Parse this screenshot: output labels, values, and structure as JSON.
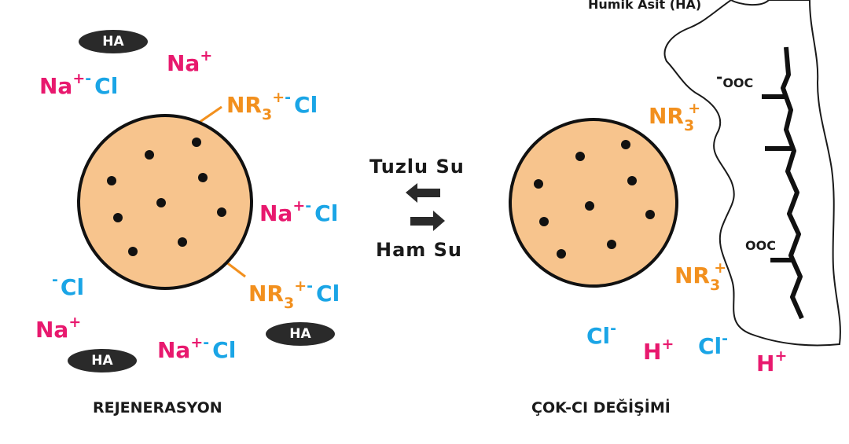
{
  "left_panel": {
    "caption": "REJENERASYON",
    "ha_badges": [
      "HA",
      "HA",
      "HA"
    ],
    "ions": {
      "na_cl_1": {
        "cation": "Na",
        "cation_charge": "+",
        "anion_charge": "-",
        "anion": "Cl"
      },
      "na_top": {
        "text": "Na",
        "charge": "+"
      },
      "nr3_cl_top": {
        "base": "NR",
        "sub": "3",
        "charge": "+",
        "anion_charge": "-",
        "anion": "Cl"
      },
      "na_cl_mid": {
        "cation": "Na",
        "cation_charge": "+",
        "anion_charge": "-",
        "anion": "Cl"
      },
      "cl_left": {
        "charge": "-",
        "text": "Cl"
      },
      "nr3_cl_bottom": {
        "base": "NR",
        "sub": "3",
        "charge": "+",
        "anion_charge": "-",
        "anion": "Cl"
      },
      "na_left": {
        "text": "Na",
        "charge": "+"
      },
      "na_cl_bottom": {
        "cation": "Na",
        "cation_charge": "+",
        "anion_charge": "-",
        "anion": "Cl"
      }
    }
  },
  "center": {
    "top_label": "Tuzlu Su",
    "bottom_label": "Ham Su"
  },
  "right_panel": {
    "caption": "ÇOK-CI DEĞİŞİMİ",
    "humic_label": "Humik Asit (HA)",
    "ooc_top": {
      "charge": "-",
      "text": "OOC"
    },
    "ooc_bottom": {
      "text": "OOC"
    },
    "nr3_top": {
      "base": "NR",
      "sub": "3",
      "charge": "+"
    },
    "nr3_bottom": {
      "base": "NR",
      "sub": "3",
      "charge": "+"
    },
    "cl_1": {
      "text": "Cl",
      "charge": "-"
    },
    "h_1": {
      "text": "H",
      "charge": "+"
    },
    "cl_2": {
      "text": "Cl",
      "charge": "-"
    },
    "h_2": {
      "text": "H",
      "charge": "+"
    }
  },
  "colors": {
    "cation": "#e8196e",
    "anion": "#1aa5e6",
    "amine": "#f2901e",
    "bead_fill": "#f7c48d",
    "ink": "#1a1a1a"
  }
}
